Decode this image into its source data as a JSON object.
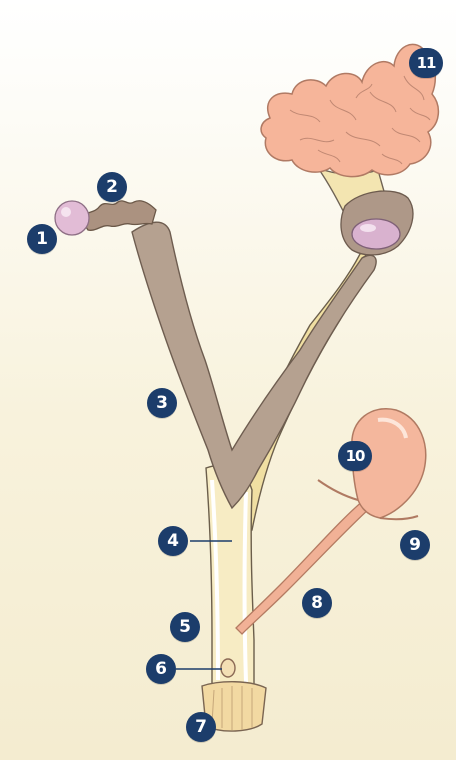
{
  "labels": {
    "l1": "1",
    "l2": "2",
    "l3": "3",
    "l4": "4",
    "l5": "5",
    "l6": "6",
    "l7": "7",
    "l8": "8",
    "l9": "9",
    "l10": "10",
    "l11": "11"
  },
  "colors": {
    "badge": "#1c3d6b",
    "muscle": "#b09a8a",
    "ligament": "#f2e4b0",
    "flesh": "#f4b79b",
    "bulb": "#f2b49a",
    "pink": "#d8a6c8"
  }
}
